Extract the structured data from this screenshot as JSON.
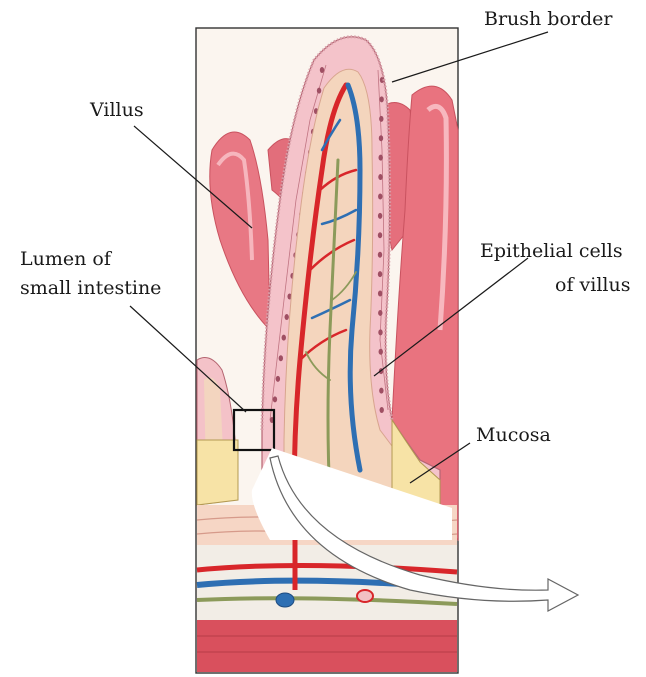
{
  "figure": {
    "labels": {
      "brush_border": "Brush border",
      "villus": "Villus",
      "lumen_line1": "Lumen of",
      "lumen_line2": "small intestine",
      "epithelial_line1": "Epithelial cells",
      "epithelial_line2": "of villus",
      "mucosa": "Mucosa"
    }
  },
  "colors": {
    "villus_pink": "#e8707a",
    "epithelium": "#f4c6cc",
    "lamina_propria": "#f3d2b6",
    "artery": "#d8262a",
    "vein": "#2e6fb3",
    "lacteal": "#8c9a5a",
    "muscle": "#d04a55"
  }
}
